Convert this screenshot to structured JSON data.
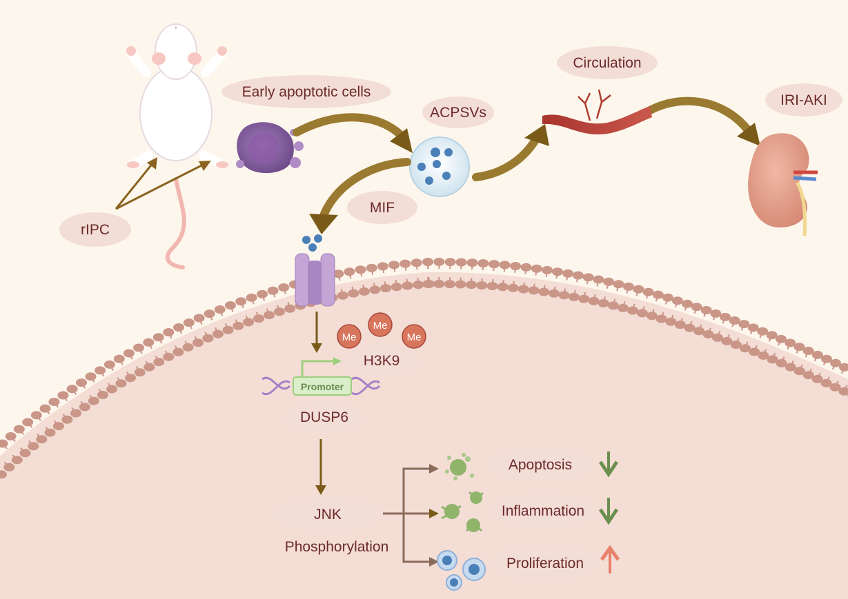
{
  "labels": {
    "rIPC": "rIPC",
    "early_apoptotic_cells": "Early apoptotic cells",
    "acpsvs": "ACPSVs",
    "circulation": "Circulation",
    "iri_aki": "IRI-AKI",
    "mif": "MIF",
    "h3k9": "H3K9",
    "me": "Me",
    "promoter": "Promoter",
    "dusp6": "DUSP6",
    "jnk": "JNK",
    "phosphorylation": "Phosphorylation",
    "apoptosis": "Apoptosis",
    "inflammation": "Inflammation",
    "proliferation": "Proliferation"
  },
  "outcomes": [
    {
      "name": "apoptosis",
      "direction": "down",
      "color": "#6a8f4e"
    },
    {
      "name": "inflammation",
      "direction": "down",
      "color": "#6a8f4e"
    },
    {
      "name": "proliferation",
      "direction": "up",
      "color": "#e8806a"
    }
  ],
  "colors": {
    "background": "#fdf6ec",
    "cell_interior": "#f3ddd5",
    "membrane_bead": "#c99688",
    "pill_fill": "#f3ddd7",
    "pill_text": "#6b2a2a",
    "arrow": "#8a6320",
    "me_circle": "#d8755d"
  }
}
